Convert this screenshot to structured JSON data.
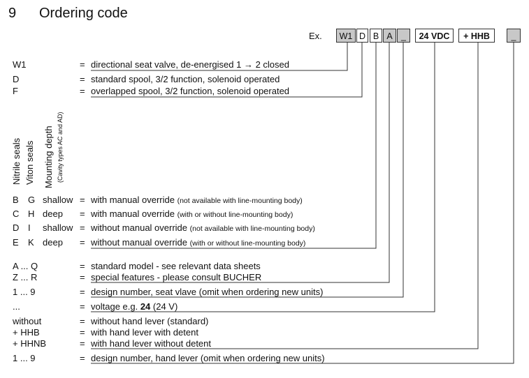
{
  "section": {
    "number": "9",
    "title": "Ordering code"
  },
  "example": {
    "prefix": "Ex.",
    "boxes": [
      "W1",
      "D",
      "B",
      "A",
      "_",
      "24 VDC",
      "+ HHB",
      "_"
    ]
  },
  "headers": {
    "nitrile": "Nitrile seals",
    "viton": "Viton seals",
    "mounting": "Mounting depth",
    "mounting_note": "(Cavity types AC and AD)"
  },
  "rows": [
    {
      "code": "W1",
      "desc": "directional seat valve, de-energised 1 → 2 closed"
    },
    {
      "code": "D",
      "desc": "standard spool, 3/2 function, solenoid operated"
    },
    {
      "code": "F",
      "desc": "overlapped spool, 3/2 function, solenoid operated"
    }
  ],
  "override_rows": [
    {
      "nitrile": "B",
      "viton": "G",
      "depth": "shallow",
      "desc": "with manual override",
      "note": "(not available with line-mounting body)"
    },
    {
      "nitrile": "C",
      "viton": "H",
      "depth": "deep",
      "desc": "with manual override",
      "note": "(with or without line-mounting body)"
    },
    {
      "nitrile": "D",
      "viton": "I",
      "depth": "shallow",
      "desc": "without manual override",
      "note": "(not available with line-mounting body)"
    },
    {
      "nitrile": "E",
      "viton": "K",
      "depth": "deep",
      "desc": "without manual override",
      "note": "(with or without line-mounting body)"
    }
  ],
  "model_rows": [
    {
      "code": "A ... Q",
      "desc": "standard model - see relevant data sheets"
    },
    {
      "code": "Z ... R",
      "desc": "special features - please consult BUCHER"
    },
    {
      "code": "1 ... 9",
      "desc": "design number, seat vlave (omit when ordering new units)"
    },
    {
      "code": "...",
      "desc_pre": "voltage e.g. ",
      "desc_bold": "24",
      "desc_post": " (24 V)"
    },
    {
      "code": "without",
      "desc": "without hand lever (standard)"
    },
    {
      "code": "+ HHB",
      "desc": "with hand lever with detent"
    },
    {
      "code": "+ HHNB",
      "desc": "with hand lever without detent"
    },
    {
      "code": "1 ... 9",
      "desc": "design number, hand lever (omit when ordering new units)"
    }
  ],
  "equals": "="
}
